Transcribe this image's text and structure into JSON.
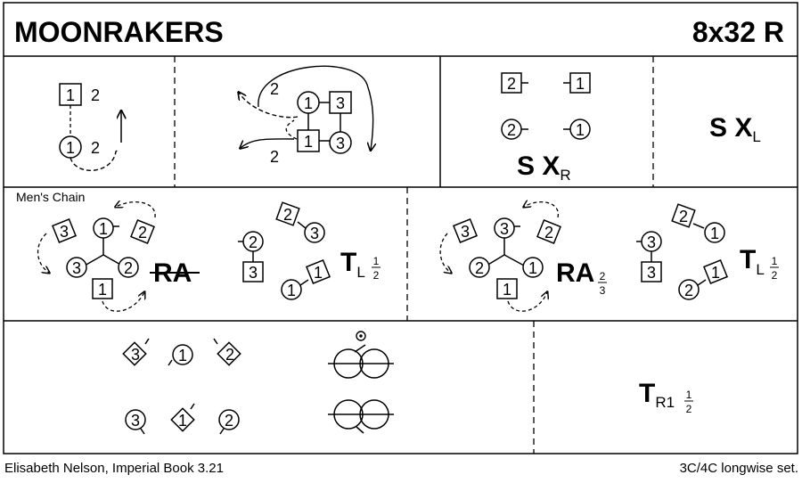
{
  "title": "MOONRAKERS",
  "formation": "8x32 R",
  "footer": {
    "credit": "Elisabeth Nelson, Imperial Book 3.21",
    "set": "3C/4C longwise set."
  },
  "bar1": {
    "panel_a": {
      "labels": [
        "1",
        "2",
        "1",
        "2"
      ]
    },
    "panel_b": {
      "labels": [
        "2",
        "1",
        "3",
        "1",
        "3",
        "2"
      ]
    },
    "panel_c": {
      "labels": [
        "2",
        "1",
        "2",
        "1"
      ],
      "formation": {
        "main": "S X",
        "sub": "R"
      }
    },
    "panel_d": {
      "formation": {
        "main": "S X",
        "sub": "L"
      }
    }
  },
  "bar2": {
    "caption": "Men's Chain",
    "panel_a": {
      "labels": [
        "1",
        "3",
        "2",
        "3",
        "2",
        "1"
      ],
      "formation": "RA"
    },
    "panel_b": {
      "labels": [
        "2",
        "3",
        "2",
        "3",
        "1",
        "1"
      ],
      "formation": {
        "main": "T",
        "sub": "L",
        "frac_num": "1",
        "frac_den": "2"
      }
    },
    "panel_c": {
      "labels": [
        "3",
        "3",
        "2",
        "2",
        "1",
        "1"
      ],
      "formation": {
        "main": "RA",
        "frac_num": "2",
        "frac_den": "3"
      }
    },
    "panel_d": {
      "labels": [
        "2",
        "1",
        "3",
        "3",
        "2",
        "1"
      ],
      "formation": {
        "main": "T",
        "sub": "L",
        "frac_num": "1",
        "frac_den": "2"
      }
    }
  },
  "bar3": {
    "panel_a": {
      "labels": [
        "3",
        "1",
        "2",
        "3",
        "1",
        "2"
      ]
    },
    "panel_b": {
      "formation": {
        "main": "T",
        "sub": "R1",
        "frac_num": "1",
        "frac_den": "2"
      }
    }
  }
}
